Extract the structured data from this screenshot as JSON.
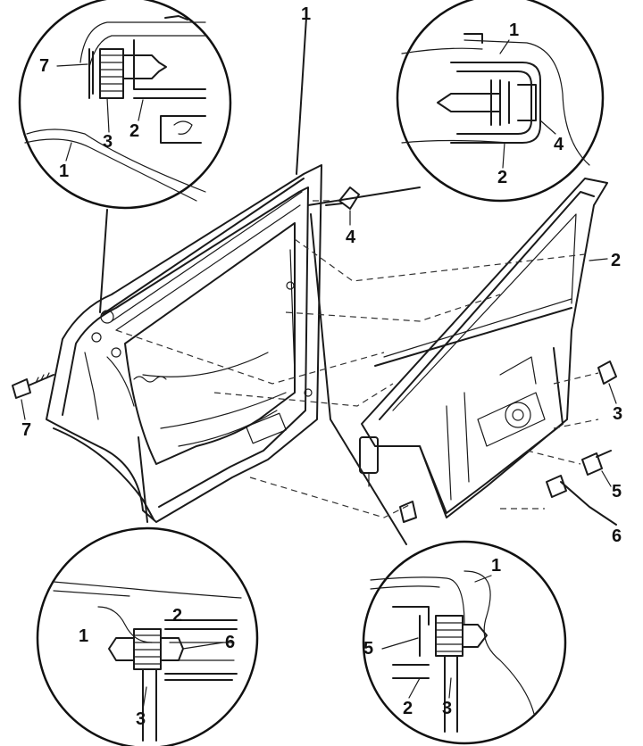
{
  "callouts": {
    "top_center": "1",
    "left_bolt": "7",
    "mid_bolt": "4",
    "glass_frame": "2",
    "right_bolt_upper": "3",
    "right_bolt_mid": "5",
    "right_bolt_low": "6"
  },
  "detail_top_left": {
    "a": "7",
    "b": "3",
    "c": "2",
    "d": "1"
  },
  "detail_top_right": {
    "a": "1",
    "b": "4",
    "c": "2"
  },
  "detail_bottom_left": {
    "a": "1",
    "b": "2",
    "c": "6",
    "d": "3"
  },
  "detail_bottom_right": {
    "a": "1",
    "b": "5",
    "c": "2",
    "d": "3"
  }
}
